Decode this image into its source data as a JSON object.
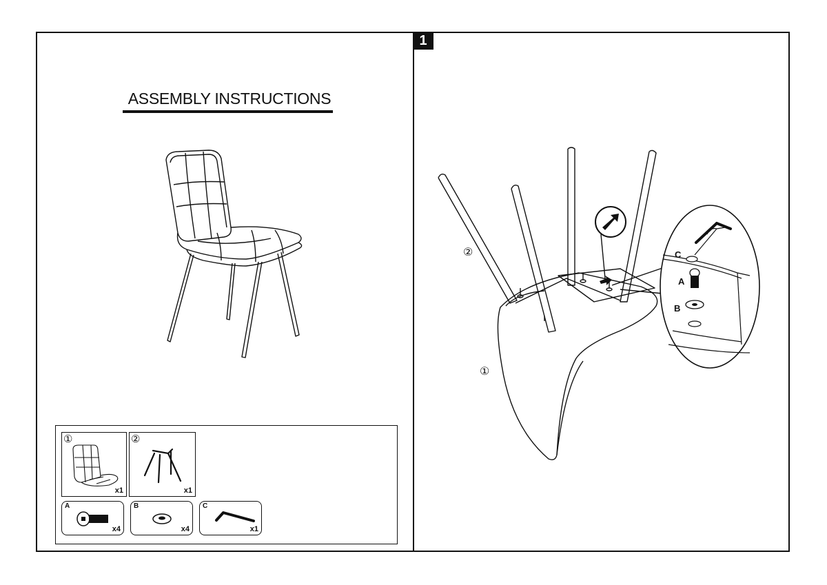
{
  "page": {
    "title": "ASSEMBLY INSTRUCTIONS",
    "step_number": "1"
  },
  "parts": [
    {
      "id": "①",
      "name": "seat",
      "quantity": "x1"
    },
    {
      "id": "②",
      "name": "leg frame",
      "quantity": "x1"
    }
  ],
  "hardware": [
    {
      "id": "A",
      "name": "bolt",
      "quantity": "x4"
    },
    {
      "id": "B",
      "name": "washer",
      "quantity": "x4"
    },
    {
      "id": "C",
      "name": "allen key",
      "quantity": "x1"
    }
  ],
  "diagram": {
    "part_labels": [
      "②",
      "①"
    ],
    "detail_labels": [
      "C",
      "A",
      "B"
    ],
    "icons": [
      "arrow-icon",
      "magnify-detail"
    ]
  }
}
